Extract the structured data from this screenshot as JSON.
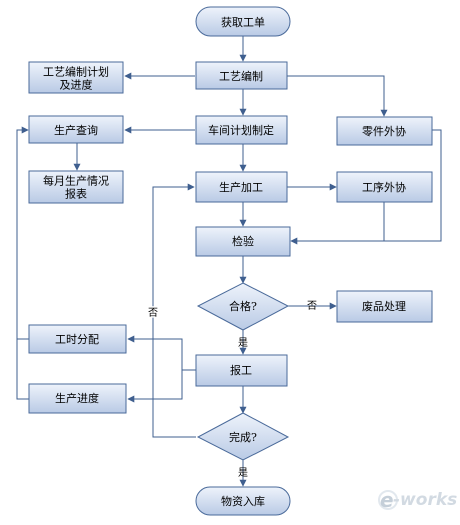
{
  "nodes": {
    "start": "获取工单",
    "craft": "工艺编制",
    "craft_plan": "工艺编制计划\n及进度",
    "workshop_plan": "车间计划制定",
    "parts_outsource": "零件外协",
    "prod_query": "生产查询",
    "monthly_report": "每月生产情况\n报表",
    "production": "生产加工",
    "process_outsource": "工序外协",
    "inspect": "检验",
    "qualified": "合格?",
    "scrap": "废品处理",
    "hour_alloc": "工时分配",
    "report": "报工",
    "prod_progress": "生产进度",
    "complete": "完成?",
    "storage": "物资入库"
  },
  "labels": {
    "no_qualified": "否",
    "yes_qualified": "是",
    "no_complete": "否",
    "yes_complete": "是"
  },
  "watermark": "e-works",
  "colors": {
    "box_fill_top": "#e8eef8",
    "box_fill_bottom": "#b7c8e4",
    "box_stroke": "#4a6a9a",
    "edge": "#3f5f8f"
  }
}
